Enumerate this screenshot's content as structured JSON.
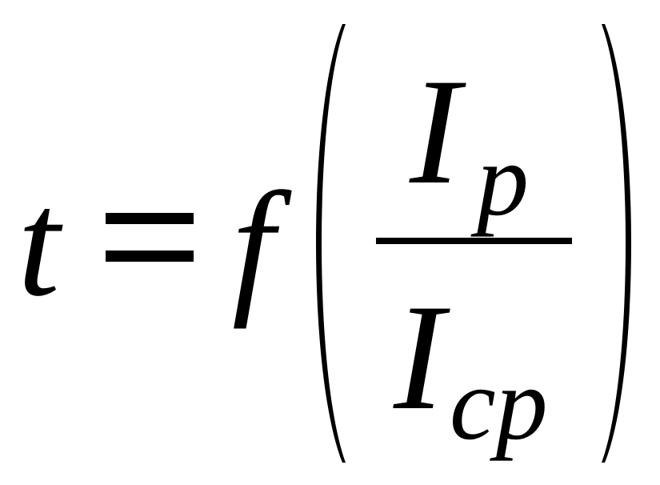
{
  "equation": {
    "lhs": "t",
    "equals": "=",
    "func": "f",
    "paren_open": "(",
    "paren_close": ")",
    "numerator": {
      "main": "I",
      "sub": "p"
    },
    "denominator": {
      "main": "I",
      "sub": "cp"
    }
  }
}
